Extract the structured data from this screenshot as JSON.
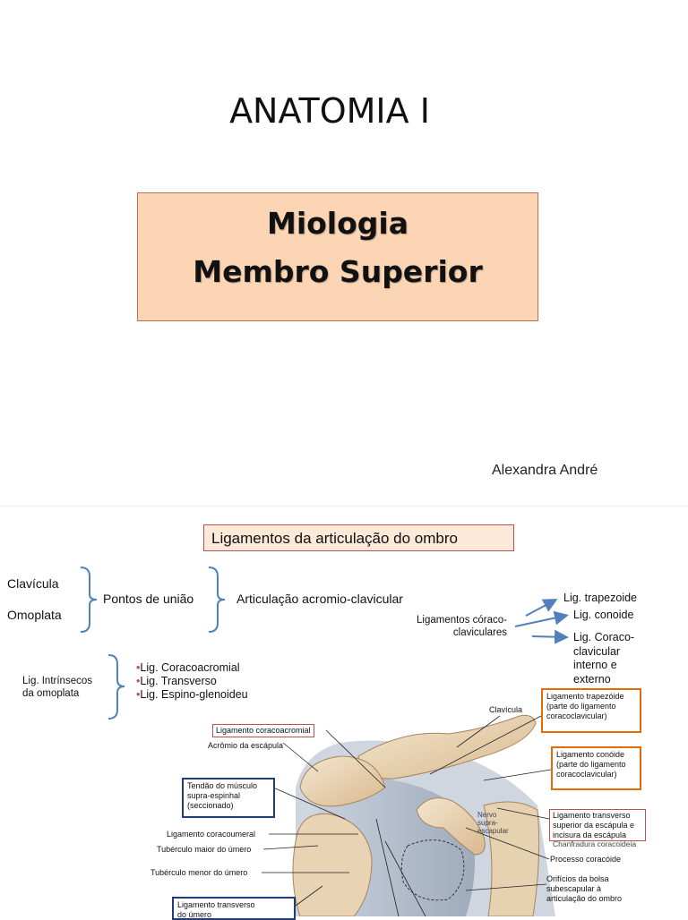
{
  "slide1": {
    "title": "ANATOMIA I",
    "subtitle_line1": "Miologia",
    "subtitle_line2": "Membro Superior",
    "author": "Alexandra André"
  },
  "slide2": {
    "heading": "Ligamentos da articulação do ombro",
    "bones": [
      "Clavícula",
      "Omoplata"
    ],
    "pontos": "Pontos de união",
    "articulacao": "Articulação acromio-clavicular",
    "coraco_label": [
      "Ligamentos córaco-",
      "claviculares"
    ],
    "coraco_items": [
      "Lig. trapezoide",
      "Lig. conoide",
      "Lig. Coraco-",
      "clavicular",
      "interno e",
      "externo"
    ],
    "intrinsecos_label": [
      "Lig. Intrínsecos",
      "da omoplata"
    ],
    "intrinsecos_items": [
      "Lig. Coracoacromial",
      "Lig. Transverso",
      "Lig. Espino-glenoideu"
    ],
    "figure_labels": {
      "clavicula": "Clavícula",
      "lig_coracoacromial": "Ligamento coracoacromial",
      "acromio": "Acrômio da escápula",
      "tendao": [
        "Tendão do músculo",
        "supra-espinhal",
        "(seccionado)"
      ],
      "lig_coracoumeral": "Ligamento coracoumeral",
      "tuberculo_maior": "Tubérculo maior do úmero",
      "tuberculo_menor": "Tubérculo menor do úmero",
      "lig_transverso_umero": [
        "Ligamento transverso",
        "do úmero"
      ],
      "lig_trapezoide": [
        "Ligamento trapezóide",
        "(parte do ligamento",
        "coracoclavicular)"
      ],
      "lig_conoide": [
        "Ligamento conóide",
        "(parte do ligamento",
        "coracoclavicular)"
      ],
      "lig_transverso_sup": [
        "Ligamento transverso",
        "superior da escápula e",
        "incisura da escápula"
      ],
      "nervo": [
        "Nervo",
        "supra-",
        "escapular"
      ],
      "chanfradura": "Chanfradura coracoideia",
      "processo": "Processo coracóide",
      "orificios": [
        "Orifícios da bolsa",
        "subescapular à",
        "articulação do ombro"
      ]
    }
  },
  "colors": {
    "subtitle_bg": "#fcd5b4",
    "heading_bg": "#fde9d9",
    "brace": "#4f81bd",
    "arrow": "#4f81bd",
    "box_orange": "#e36c09",
    "box_navy": "#1f3d7a"
  }
}
